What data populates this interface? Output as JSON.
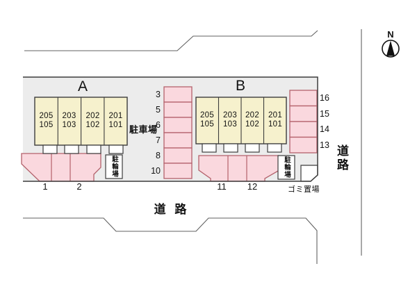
{
  "compass": {
    "north_label": "N"
  },
  "roads": {
    "bottom_label": "道 路",
    "right_label": "道路"
  },
  "site": {
    "parking_lot_label": "駐車場",
    "bicycle_sign_label": "駐輪場",
    "garbage_label": "ゴミ置場"
  },
  "buildings": [
    {
      "name": "A",
      "units": [
        {
          "upper": "205",
          "lower": "105"
        },
        {
          "upper": "203",
          "lower": "103"
        },
        {
          "upper": "202",
          "lower": "102"
        },
        {
          "upper": "201",
          "lower": "101"
        }
      ]
    },
    {
      "name": "B",
      "units": [
        {
          "upper": "205",
          "lower": "105"
        },
        {
          "upper": "203",
          "lower": "103"
        },
        {
          "upper": "202",
          "lower": "102"
        },
        {
          "upper": "201",
          "lower": "101"
        }
      ]
    }
  ],
  "parking": {
    "middle_column": [
      "3",
      "5",
      "6",
      "7",
      "8",
      "10"
    ],
    "right_column": [
      "16",
      "15",
      "14",
      "13"
    ],
    "front_left": [
      "1",
      "2"
    ],
    "front_right": [
      "11",
      "12"
    ]
  },
  "colors": {
    "site_fill": "#ececec",
    "building_fill": "#f6f1cd",
    "stall_fill": "#fad8de",
    "stall_border": "#b4616b",
    "outline": "#3c3c3c",
    "road_line": "#606060"
  }
}
